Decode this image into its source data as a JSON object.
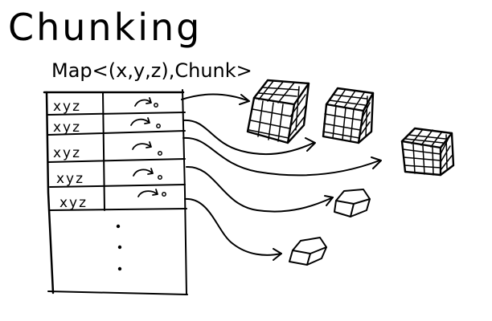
{
  "title": "Chunking",
  "subtitle": "Map<(x,y,z),Chunk>",
  "table": {
    "rows": [
      {
        "key": "xyz"
      },
      {
        "key": "xyz"
      },
      {
        "key": "xyz"
      },
      {
        "key": "xyz"
      },
      {
        "key": "xyz"
      }
    ],
    "ellipsis": "⋮"
  },
  "chunks": {
    "loaded_count": 3,
    "unloaded_count": 2
  },
  "palette": {
    "ink": "#000000",
    "paper": "#ffffff"
  }
}
